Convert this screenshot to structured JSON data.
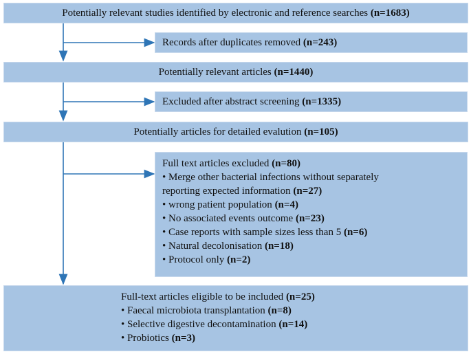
{
  "boxes": {
    "identified": {
      "label": "Potentially relevant studies identified by electronic and reference searches",
      "count": "(n=1683)"
    },
    "duplicates": {
      "label": "Records after duplicates removed",
      "count": "(n=243)"
    },
    "relevant": {
      "label": "Potentially relevant articles",
      "count": "(n=1440)"
    },
    "abstract_excluded": {
      "label": "Excluded after abstract screening",
      "count": "(n=1335)"
    },
    "detailed": {
      "label": "Potentially articles for detailed evalution",
      "count": "(n=105)"
    },
    "fulltext_excluded": {
      "header": "Full text articles excluded",
      "count": "(n=80)",
      "items": [
        {
          "text": "• Merge other bacterial infections without separately",
          "count": ""
        },
        {
          "text": "reporting expected information",
          "count": "(n=27)"
        },
        {
          "text": "• wrong patient population",
          "count": "(n=4)"
        },
        {
          "text": "• No associated events outcome",
          "count": "(n=23)"
        },
        {
          "text": "• Case reports with sample sizes less than 5",
          "count": "(n=6)"
        },
        {
          "text": "• Natural decolonisation",
          "count": "(n=18)"
        },
        {
          "text": "• Protocol only",
          "count": "(n=2)"
        }
      ]
    },
    "included": {
      "header": "Full-text articles eligible to be included",
      "count": "(n=25)",
      "items": [
        {
          "text": "• Faecal microbiota transplantation",
          "count": "(n=8)"
        },
        {
          "text": "• Selective digestive decontamination",
          "count": "(n=14)"
        },
        {
          "text": "• Probiotics",
          "count": "(n=3)"
        }
      ]
    }
  },
  "colors": {
    "box_fill": "#a7c4e3",
    "arrow": "#2e75b6"
  }
}
